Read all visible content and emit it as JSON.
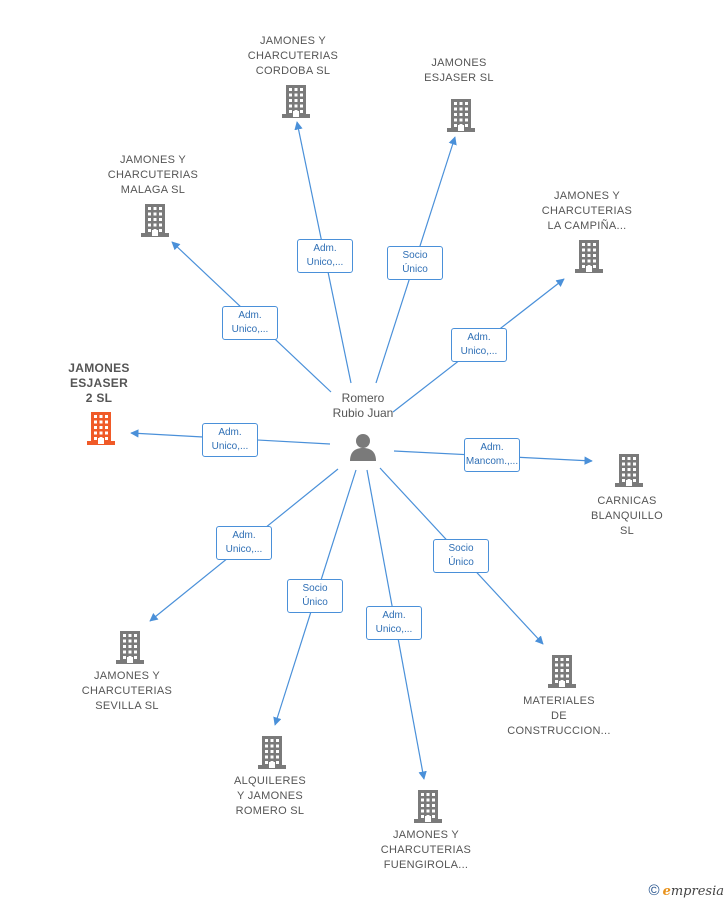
{
  "center": {
    "name": "Romero\nRubio Juan",
    "icon": "person-icon"
  },
  "companies": [
    {
      "id": "cordoba",
      "name": "JAMONES Y\nCHARCUTERIAS\nCORDOBA  SL",
      "icon": "building-icon",
      "role": "Adm.\nUnico,...",
      "highlight": false
    },
    {
      "id": "esjaser",
      "name": "JAMONES\nESJASER  SL",
      "icon": "building-icon",
      "role": "Socio\nÚnico",
      "highlight": false
    },
    {
      "id": "campina",
      "name": "JAMONES Y\nCHARCUTERIAS\nLA CAMPIÑA...",
      "icon": "building-icon",
      "role": "Adm.\nUnico,...",
      "highlight": false
    },
    {
      "id": "malaga",
      "name": "JAMONES Y\nCHARCUTERIAS\nMALAGA  SL",
      "icon": "building-icon",
      "role": "Adm.\nUnico,...",
      "highlight": false
    },
    {
      "id": "esjaser2",
      "name": "JAMONES\nESJASER\n2  SL",
      "icon": "building-icon",
      "role": "Adm.\nUnico,...",
      "highlight": true
    },
    {
      "id": "carnicas",
      "name": "CARNICAS\nBLANQUILLO\nSL",
      "icon": "building-icon",
      "role": "Adm.\nMancom.,...",
      "highlight": false
    },
    {
      "id": "sevilla",
      "name": "JAMONES Y\nCHARCUTERIAS\nSEVILLA  SL",
      "icon": "building-icon",
      "role": "Adm.\nUnico,...",
      "highlight": false
    },
    {
      "id": "alquileres",
      "name": "ALQUILERES\nY JAMONES\nROMERO  SL",
      "icon": "building-icon",
      "role": "Socio\nÚnico",
      "highlight": false
    },
    {
      "id": "fuengirola",
      "name": "JAMONES Y\nCHARCUTERIAS\nFUENGIROLA...",
      "icon": "building-icon",
      "role": "Adm.\nUnico,...",
      "highlight": false
    },
    {
      "id": "materiales",
      "name": "MATERIALES\nDE\nCONSTRUCCION...",
      "icon": "building-icon",
      "role": "Socio\nÚnico",
      "highlight": false
    }
  ],
  "colors": {
    "edge": "#4a90d9",
    "building": "#7a7a7a",
    "building_highlight": "#f05a28",
    "person": "#7a7a7a"
  },
  "brand": {
    "copyright": "©",
    "initial": "e",
    "rest": "mpresia"
  }
}
